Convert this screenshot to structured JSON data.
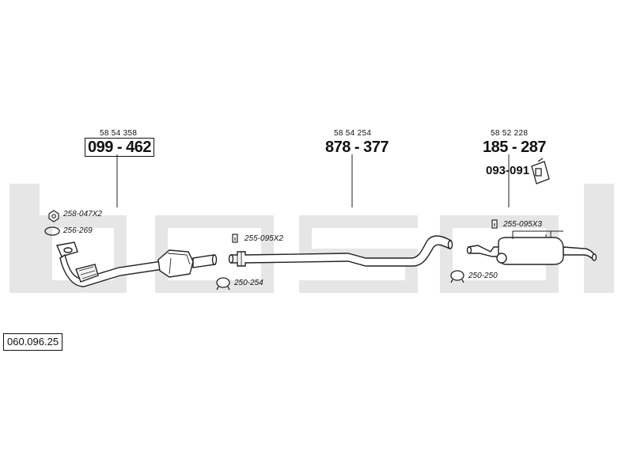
{
  "diagram": {
    "watermark_brand": "bosal",
    "reference_number": "060.096.25",
    "components": [
      {
        "oe_number": "58 54 358",
        "part_number": "099 - 462"
      },
      {
        "oe_number": "58 54 254",
        "part_number": "878 - 377"
      },
      {
        "oe_number": "58 52 228",
        "part_number": "185 - 287"
      }
    ],
    "hanger_part": "093-091",
    "accessories": [
      {
        "code": "258-047X2",
        "icon": "nut-icon"
      },
      {
        "code": "256-269",
        "icon": "gasket-ring-icon"
      },
      {
        "code": "255-095X2",
        "icon": "bolt-icon"
      },
      {
        "code": "250-254",
        "icon": "clamp-icon"
      },
      {
        "code": "255-095X3",
        "icon": "bolt-icon"
      },
      {
        "code": "250-250",
        "icon": "clamp-icon"
      }
    ],
    "colors": {
      "watermark": "#e6e6e6",
      "line": "#222222",
      "pipe_fill": "#ffffff"
    }
  }
}
